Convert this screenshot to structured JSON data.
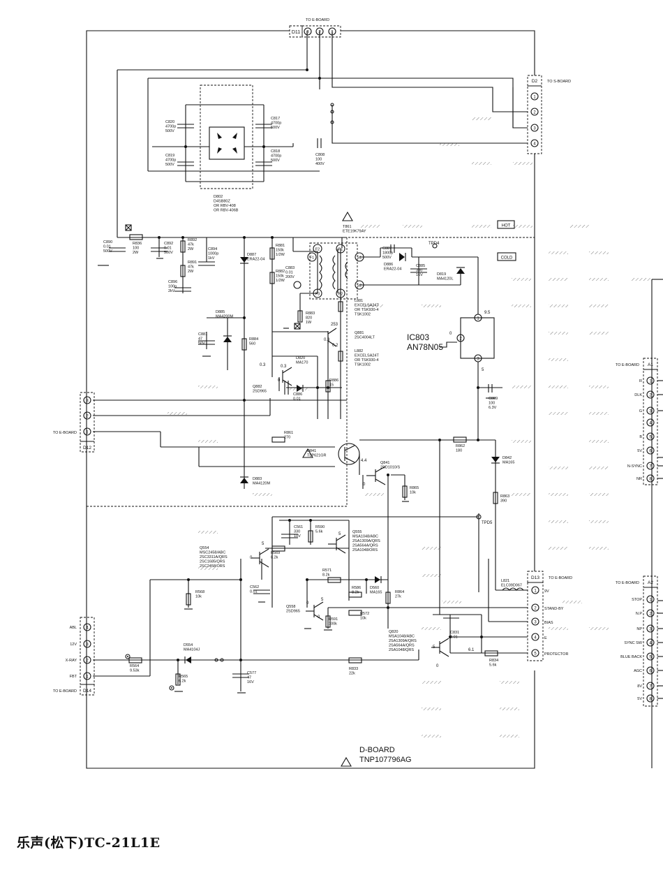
{
  "caption": "乐声(松下)TC-21L1E",
  "board": {
    "name": "D-BOARD",
    "part": "TNP107796AG"
  },
  "connectors": {
    "d11": {
      "id": "D11",
      "to": "TO E-BOARD",
      "pins": [
        "3",
        "2",
        "1"
      ]
    },
    "d2": {
      "id": "D2",
      "to": "TO S-BOARD",
      "pins": [
        "1",
        "2",
        "3",
        "4"
      ]
    },
    "d12": {
      "id": "D12",
      "to": "TO E-BOARD",
      "pins": [
        "3",
        "2",
        "1"
      ]
    },
    "d13": {
      "id": "D13",
      "to": "TO E-BOARD",
      "pins": [
        "1",
        "2",
        "3",
        "4",
        "5"
      ],
      "labels": [
        "9V",
        "STAND-BY",
        "BIAS",
        "E",
        "PROTECTOR"
      ]
    },
    "d14": {
      "id": "D14",
      "to": "TO E-BOARD",
      "pins": [
        "4",
        "3",
        "2",
        "1"
      ],
      "labels": [
        "ABL",
        "12V",
        "X-RAY",
        "FBT"
      ]
    },
    "a1": {
      "id": "A1",
      "to": "TO E-BOARD",
      "pins": [
        "1",
        "2",
        "3",
        "4",
        "5",
        "6",
        "7",
        "8"
      ],
      "labels": [
        "R",
        "DLK",
        "G",
        "",
        "B",
        "5V",
        "N-SYNC",
        "NR"
      ]
    },
    "a2": {
      "id": "A2",
      "to": "TO E-BOARD",
      "pins": [
        "1",
        "2",
        "3",
        "4",
        "5",
        "6",
        "7",
        "8"
      ],
      "labels": [
        "STOP",
        "N.P",
        "NP",
        "SYNC SW",
        "BLUE BACK",
        "AGC",
        "8V",
        "5V"
      ]
    }
  },
  "zones": {
    "hot": "HOT",
    "cold": "COLD"
  },
  "ic803": {
    "ref": "IC803",
    "part": "AN78N05",
    "pins": [
      "1",
      "2",
      "3"
    ],
    "v_in": "9.5",
    "v_gnd": "0",
    "v_out": "5"
  },
  "test_points": {
    "tpd4": "TPD4",
    "tpd5": "TPD5"
  },
  "components": [
    {
      "id": "c820",
      "lines": [
        "C820",
        "4700p",
        "500V"
      ]
    },
    {
      "id": "c819",
      "lines": [
        "C819",
        "4700p",
        "500V"
      ]
    },
    {
      "id": "c817",
      "lines": [
        "C817",
        "4700p",
        "500V"
      ]
    },
    {
      "id": "c818",
      "lines": [
        "C818",
        "4700p",
        "500V"
      ]
    },
    {
      "id": "c808",
      "lines": [
        "C808",
        "100",
        "400V"
      ]
    },
    {
      "id": "d802",
      "lines": [
        "D802",
        "D4SB80Z",
        "OR RBV-408",
        "OR RBV-406B"
      ]
    },
    {
      "id": "t861",
      "lines": [
        "T861",
        "ETE19K79AY"
      ]
    },
    {
      "id": "c890",
      "lines": [
        "C890",
        "0.01",
        "500V"
      ]
    },
    {
      "id": "r836",
      "lines": [
        "R836",
        "100",
        "2W"
      ]
    },
    {
      "id": "c892",
      "lines": [
        "C892",
        "0.01",
        "500V"
      ]
    },
    {
      "id": "r892",
      "lines": [
        "R892",
        "47k",
        "2W"
      ]
    },
    {
      "id": "r891",
      "lines": [
        "R891",
        "47k",
        "2W"
      ]
    },
    {
      "id": "c896",
      "lines": [
        "C896",
        "100p",
        "2kV"
      ]
    },
    {
      "id": "c894",
      "lines": [
        "C894",
        "1000p",
        "1kV"
      ]
    },
    {
      "id": "d887",
      "lines": [
        "D887",
        "ERA22-04"
      ]
    },
    {
      "id": "r881",
      "lines": [
        "R881",
        "150k",
        "1/2W"
      ]
    },
    {
      "id": "r882",
      "lines": [
        "R882",
        "150k",
        "1/2W"
      ]
    },
    {
      "id": "c883",
      "lines": [
        "C883",
        "0.01",
        "200V"
      ]
    },
    {
      "id": "r883",
      "lines": [
        "R883",
        "820",
        "1W"
      ]
    },
    {
      "id": "c887",
      "lines": [
        "C887",
        "1800p",
        "500V"
      ]
    },
    {
      "id": "d886",
      "lines": [
        "D886",
        "ERA22-04"
      ]
    },
    {
      "id": "c885",
      "lines": [
        "C885",
        "330",
        "16V"
      ]
    },
    {
      "id": "d819",
      "lines": [
        "D819",
        "MA4120L"
      ]
    },
    {
      "id": "l881",
      "lines": [
        "L881",
        "EXCELSA24T",
        "OR TSK930-4",
        "TSK1002"
      ]
    },
    {
      "id": "d885",
      "lines": [
        "D885",
        "MA4200M"
      ]
    },
    {
      "id": "c881",
      "lines": [
        "C881",
        "47",
        "50V"
      ]
    },
    {
      "id": "r884",
      "lines": [
        "R884",
        "560"
      ]
    },
    {
      "id": "q881",
      "lines": [
        "Q881",
        "2SC4004LT"
      ]
    },
    {
      "id": "l882",
      "lines": [
        "L882",
        "EXCELSA24T",
        "OR TSK930-4",
        "TSK1002"
      ]
    },
    {
      "id": "d820",
      "lines": [
        "D820",
        "MA170"
      ]
    },
    {
      "id": "q882",
      "lines": [
        "Q882",
        "2SD965"
      ]
    },
    {
      "id": "r886",
      "lines": [
        "R886",
        "15"
      ]
    },
    {
      "id": "c886",
      "lines": [
        "C886",
        "0.01"
      ]
    },
    {
      "id": "c889",
      "lines": [
        "C889",
        "100",
        "6.3V"
      ]
    },
    {
      "id": "r861",
      "lines": [
        "R861",
        "270"
      ]
    },
    {
      "id": "d841",
      "lines": [
        "D841",
        "TLP621GR"
      ]
    },
    {
      "id": "q841",
      "lines": [
        "Q841",
        "2SD1010/S"
      ]
    },
    {
      "id": "r862",
      "lines": [
        "R862",
        "180"
      ]
    },
    {
      "id": "d842",
      "lines": [
        "D842",
        "MA165"
      ]
    },
    {
      "id": "r865",
      "lines": [
        "R865",
        "10k"
      ]
    },
    {
      "id": "d883",
      "lines": [
        "D883",
        "MA4120M"
      ]
    },
    {
      "id": "r863",
      "lines": [
        "R863",
        "390"
      ]
    },
    {
      "id": "c561",
      "lines": [
        "C561",
        "330",
        "10V"
      ]
    },
    {
      "id": "r590",
      "lines": [
        "R590",
        "5.6k"
      ]
    },
    {
      "id": "q555",
      "lines": [
        "Q555",
        "MSA1048/ABC",
        "2SA1309A/QRS",
        "2SA564A/QRS",
        "2SA1048/ORS"
      ]
    },
    {
      "id": "q554",
      "lines": [
        "Q554",
        "MSC2458/ABC",
        "2SC3311A/QRS",
        "2SC1685/QRS",
        "2SC2458/ORS"
      ]
    },
    {
      "id": "r569",
      "lines": [
        "R569",
        "8.2k"
      ]
    },
    {
      "id": "r571",
      "lines": [
        "R571",
        "8.2k"
      ]
    },
    {
      "id": "r586",
      "lines": [
        "R586",
        "8.2k"
      ]
    },
    {
      "id": "d560",
      "lines": [
        "D560",
        "MA165"
      ]
    },
    {
      "id": "r864",
      "lines": [
        "R864",
        "27k"
      ]
    },
    {
      "id": "l821",
      "lines": [
        "L821",
        "ELC09D067"
      ]
    },
    {
      "id": "r568",
      "lines": [
        "R568",
        "10k"
      ]
    },
    {
      "id": "c562",
      "lines": [
        "C562",
        "0.01"
      ]
    },
    {
      "id": "q558",
      "lines": [
        "Q558",
        "2SD965"
      ]
    },
    {
      "id": "r591",
      "lines": [
        "R591",
        "100k"
      ]
    },
    {
      "id": "r572",
      "lines": [
        "R572",
        "10k"
      ]
    },
    {
      "id": "q820",
      "lines": [
        "Q820",
        "MSA1048/ABC",
        "2SA1309A/QRS",
        "2SA564A/QRS",
        "2SA1048/QRS"
      ]
    },
    {
      "id": "c831",
      "lines": [
        "C831",
        "0.01"
      ]
    },
    {
      "id": "r834",
      "lines": [
        "R834",
        "5.6k"
      ]
    },
    {
      "id": "d554",
      "lines": [
        "D554",
        "MA4104J"
      ]
    },
    {
      "id": "r564",
      "lines": [
        "R564",
        "9.53k"
      ]
    },
    {
      "id": "r565",
      "lines": [
        "R565",
        "6.2k"
      ]
    },
    {
      "id": "c577",
      "lines": [
        "C577",
        "47",
        "16V"
      ]
    },
    {
      "id": "r833",
      "lines": [
        "R833",
        "22k"
      ]
    }
  ],
  "voltages": [
    {
      "id": "v1",
      "text": "0.3"
    },
    {
      "id": "v2",
      "text": "0.3"
    },
    {
      "id": "v3",
      "text": "0.3"
    },
    {
      "id": "v4",
      "text": "0.2"
    },
    {
      "id": "v5",
      "text": "253"
    },
    {
      "id": "v6",
      "text": "0"
    },
    {
      "id": "v7",
      "text": "4.4"
    },
    {
      "id": "v8",
      "text": "0"
    },
    {
      "id": "v9",
      "text": "5"
    },
    {
      "id": "v10",
      "text": "0"
    },
    {
      "id": "v11",
      "text": "5"
    },
    {
      "id": "v12",
      "text": "5"
    },
    {
      "id": "v13",
      "text": "0"
    },
    {
      "id": "v14",
      "text": "0"
    },
    {
      "id": "v15",
      "text": "5"
    },
    {
      "id": "v16",
      "text": "6.1"
    },
    {
      "id": "v17",
      "text": "0"
    }
  ],
  "transformer_pins": [
    "F2",
    "F1",
    "F3",
    "P1",
    "P2",
    "S1",
    "S2"
  ]
}
